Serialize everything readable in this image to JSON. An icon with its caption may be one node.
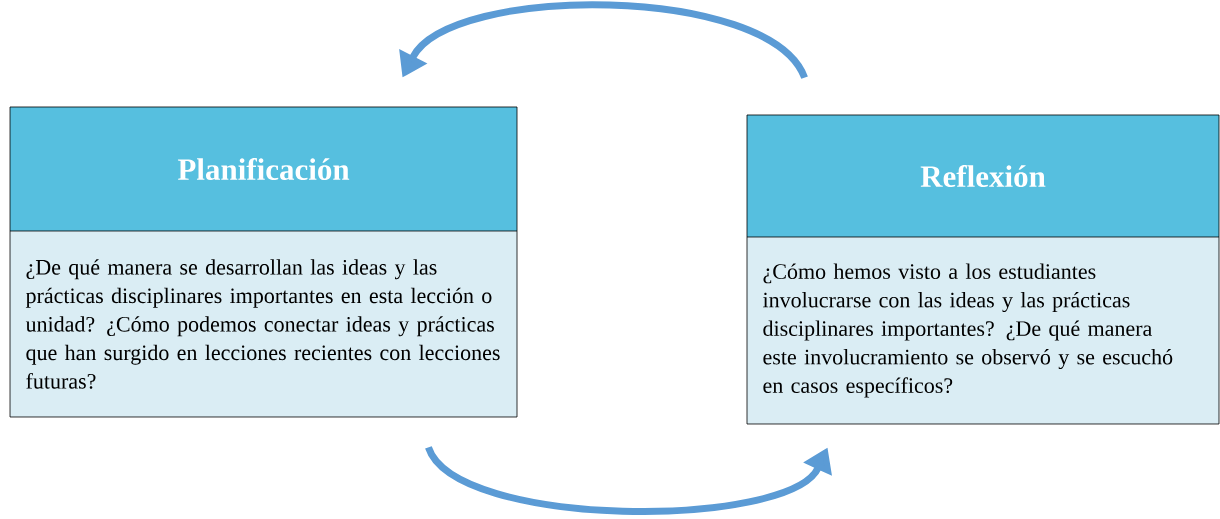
{
  "diagram": {
    "nodes": [
      {
        "text": [
          "Planificación",
          "¿De qué manera se desarrollan las ideas y las prácticas disciplinares importantes en esta lección o unidad? ¿Cómo podemos conectar ideas y prácticas que han surgido en lecciones recientes con lecciones futuras?"
        ]
      },
      {
        "text": [
          "Reflexión",
          "¿Cómo hemos visto a los estudiantes involucrarse con las ideas y las prácticas disciplinares importantes? ¿De qué manera este involucramiento se observó y se escuchó en casos específicos?"
        ]
      }
    ],
    "edges": [
      {
        "from": 1,
        "to": 0,
        "arrow": "to"
      },
      {
        "from": 0,
        "to": 1,
        "arrow": "to"
      }
    ]
  }
}
